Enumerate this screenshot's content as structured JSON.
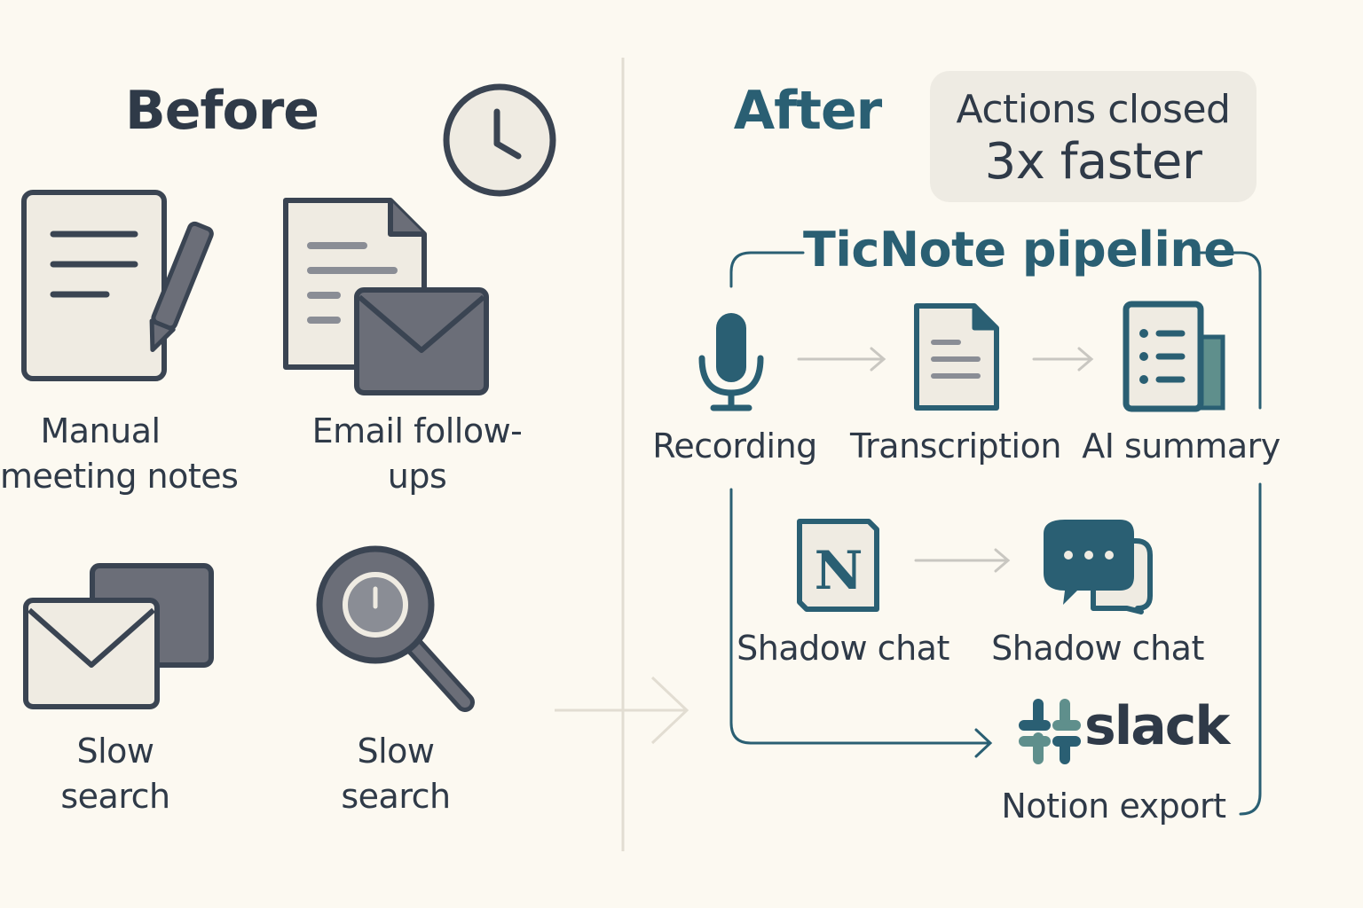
{
  "before": {
    "title": "Before",
    "items": [
      {
        "line1": "Manual",
        "line2": "meeting notes",
        "icon": "notepad-pencil-icon"
      },
      {
        "line1": "Email follow-",
        "line2": "ups",
        "icon": "document-envelope-icon"
      },
      {
        "line1": "Slow",
        "line2": "search",
        "icon": "envelopes-icon"
      },
      {
        "line1": "Slow",
        "line2": "search",
        "icon": "magnifier-clock-icon"
      }
    ],
    "clock_icon": "clock-icon"
  },
  "after": {
    "title": "After",
    "badge": {
      "line1": "Actions closed",
      "line2": "3x faster"
    },
    "pipeline": {
      "title": "TicNote pipeline",
      "steps": [
        {
          "label": "Recording",
          "icon": "microphone-icon"
        },
        {
          "label": "Transcription",
          "icon": "transcript-document-icon"
        },
        {
          "label": "AI summary",
          "icon": "summary-list-icon"
        },
        {
          "label": "Shadow chat",
          "icon": "notion-icon"
        },
        {
          "label": "Shadow chat",
          "icon": "chat-bubbles-icon"
        },
        {
          "label": "Notion export",
          "icon": "slack-logo-icon",
          "logo_text": "slack"
        }
      ]
    }
  },
  "colors": {
    "background": "#fcf9f1",
    "ink": "#2f3a48",
    "teal": "#2a5f73",
    "gray_fill": "#6b6e78",
    "paper": "#efebe2"
  }
}
